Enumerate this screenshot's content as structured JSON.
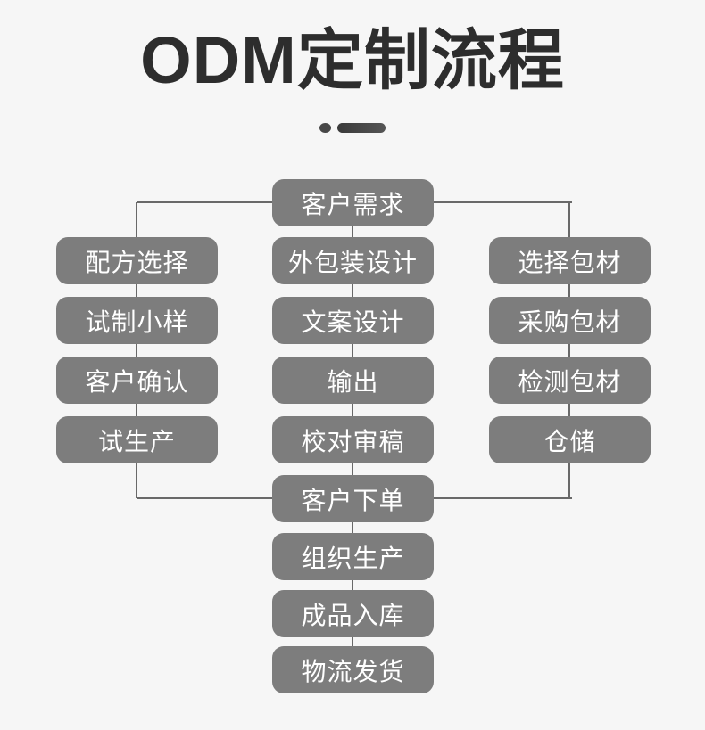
{
  "header": {
    "title": "ODM定制流程"
  },
  "flowchart": {
    "start": {
      "label": "客户需求"
    },
    "left_column": [
      {
        "label": "配方选择"
      },
      {
        "label": "试制小样"
      },
      {
        "label": "客户确认"
      },
      {
        "label": "试生产"
      }
    ],
    "middle_column": [
      {
        "label": "外包装设计"
      },
      {
        "label": "文案设计"
      },
      {
        "label": "输出"
      },
      {
        "label": "校对审稿"
      }
    ],
    "right_column": [
      {
        "label": "选择包材"
      },
      {
        "label": "采购包材"
      },
      {
        "label": "检测包材"
      },
      {
        "label": "仓储"
      }
    ],
    "bottom_column": [
      {
        "label": "客户下单"
      },
      {
        "label": "组织生产"
      },
      {
        "label": "成品入库"
      },
      {
        "label": "物流发货"
      }
    ]
  },
  "colors": {
    "background": "#f6f6f6",
    "box_fill": "#7d7d7d",
    "box_text": "#ffffff",
    "connector": "#696969",
    "title": "#2d2d2d",
    "divider": "#474747"
  }
}
